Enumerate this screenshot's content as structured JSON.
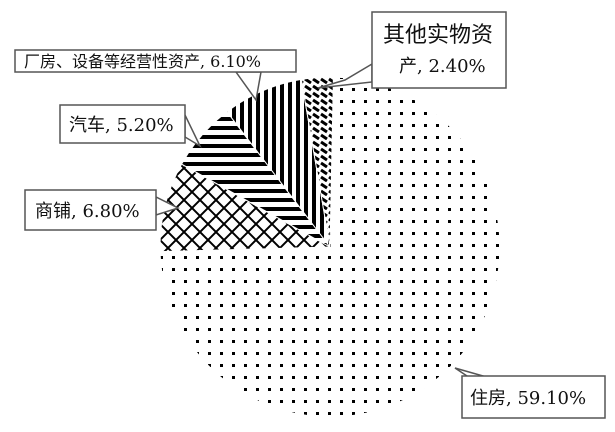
{
  "chart_data": {
    "type": "pie",
    "title": "",
    "slices": [
      {
        "label": "住房",
        "value": 59.1,
        "text": "住房, 59.10%",
        "pattern": "dots"
      },
      {
        "label": "商铺",
        "value": 6.8,
        "text": "商铺, 6.80%",
        "pattern": "crosshatch"
      },
      {
        "label": "汽车",
        "value": 5.2,
        "text": "汽车, 5.20%",
        "pattern": "horizontal-lines"
      },
      {
        "label": "厂房、设备等经营性资产",
        "value": 6.1,
        "text": "厂房、设备等经营性资产, 6.10%",
        "pattern": "vertical-lines"
      },
      {
        "label": "其他实物资产",
        "value": 2.4,
        "text_line1": "其他实物资",
        "text_line2": "产, 2.40%",
        "pattern": "diagonal-dashes"
      }
    ],
    "legend": "callouts"
  }
}
